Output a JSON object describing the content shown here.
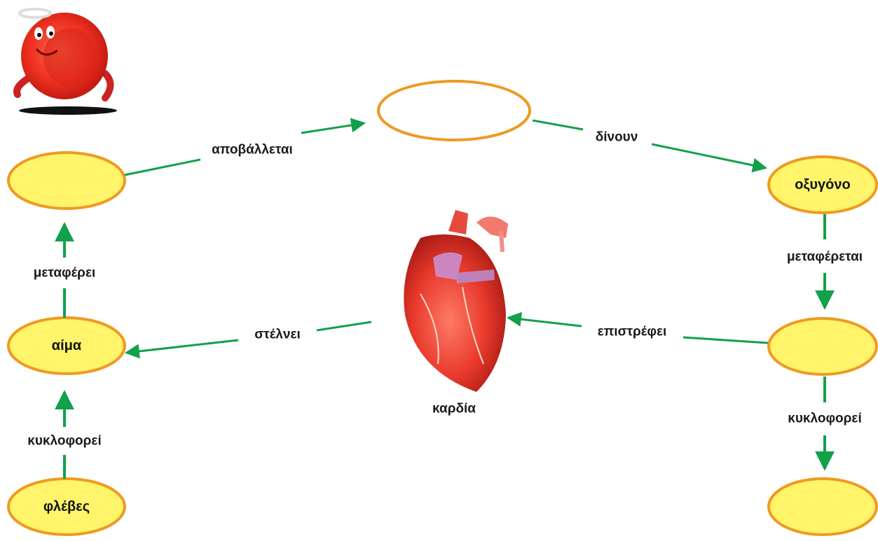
{
  "colors": {
    "arrow": "#12a04a",
    "node_fill_yellow": "#fff46a",
    "node_fill_white": "#ffffff",
    "node_stroke": "#ee9a22"
  },
  "nodes": {
    "top_empty": "",
    "left_empty": "",
    "oxygen": "οξυγόνο",
    "blood": "αίμα",
    "right_mid_empty": "",
    "veins": "φλέβες",
    "right_bottom_empty": ""
  },
  "edges": {
    "expelled": "αποβάλλεται",
    "give": "δίνουν",
    "carries": "μεταφέρει",
    "is_carried": "μεταφέρεται",
    "sends": "στέλνει",
    "returns": "επιστρέφει",
    "circulates_left": "κυκλοφορεί",
    "circulates_right": "κυκλοφορεί"
  },
  "images": {
    "heart_caption": "καρδία",
    "heart_icon": "heart-illustration",
    "blood_cell_icon": "red-blood-cell-mascot"
  }
}
